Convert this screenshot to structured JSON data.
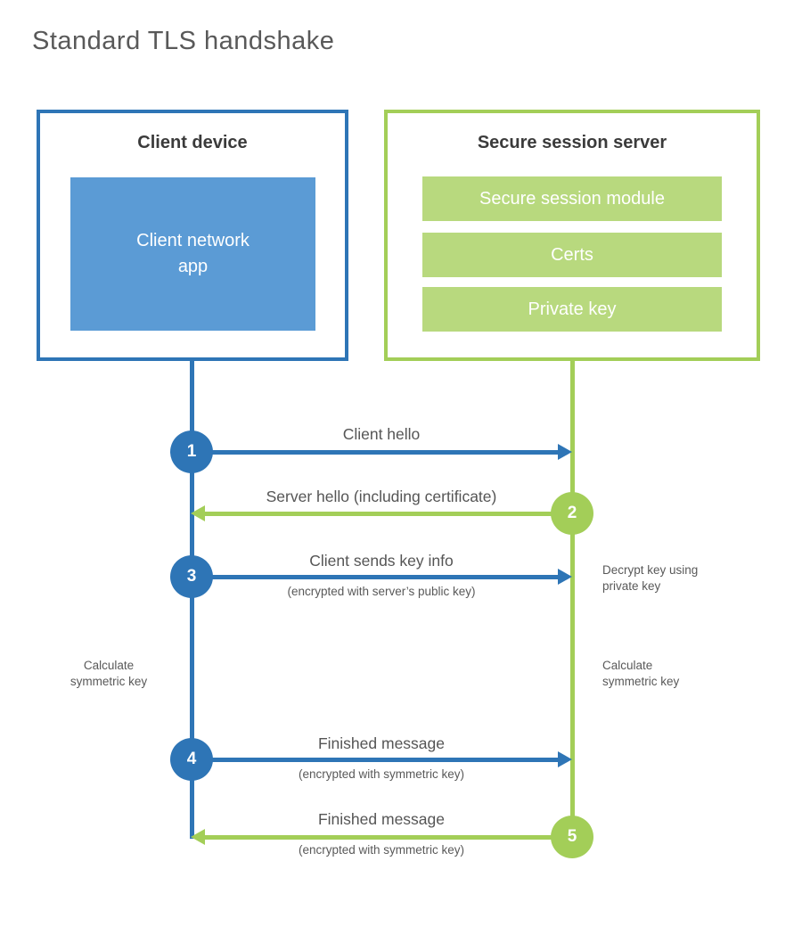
{
  "title": "Standard TLS handshake",
  "colors": {
    "blue": "#2e75b6",
    "blue_fill": "#5b9bd5",
    "green": "#a3ce58",
    "green_fill": "#b8d97e",
    "heading_text": "#3b3b3b",
    "label_text": "#555555"
  },
  "client_box": {
    "title": "Client device",
    "app_label": "Client network\napp"
  },
  "server_box": {
    "title": "Secure session server",
    "modules": [
      "Secure session module",
      "Certs",
      "Private key"
    ]
  },
  "steps": [
    {
      "number": "1",
      "actor": "client",
      "direction": "right",
      "label": "Client hello",
      "sublabel": ""
    },
    {
      "number": "2",
      "actor": "server",
      "direction": "left",
      "label": "Server hello (including certificate)",
      "sublabel": ""
    },
    {
      "number": "3",
      "actor": "client",
      "direction": "right",
      "label": "Client sends key info",
      "sublabel": "(encrypted with server’s public key)"
    },
    {
      "number": "4",
      "actor": "client",
      "direction": "right",
      "label": "Finished message",
      "sublabel": "(encrypted with symmetric key)"
    },
    {
      "number": "5",
      "actor": "server",
      "direction": "left",
      "label": "Finished message",
      "sublabel": "(encrypted with symmetric key)"
    }
  ],
  "annotations": {
    "decrypt_note": "Decrypt key using\nprivate key",
    "calculate_left": "Calculate\nsymmetric key",
    "calculate_right": "Calculate\nsymmetric key"
  }
}
